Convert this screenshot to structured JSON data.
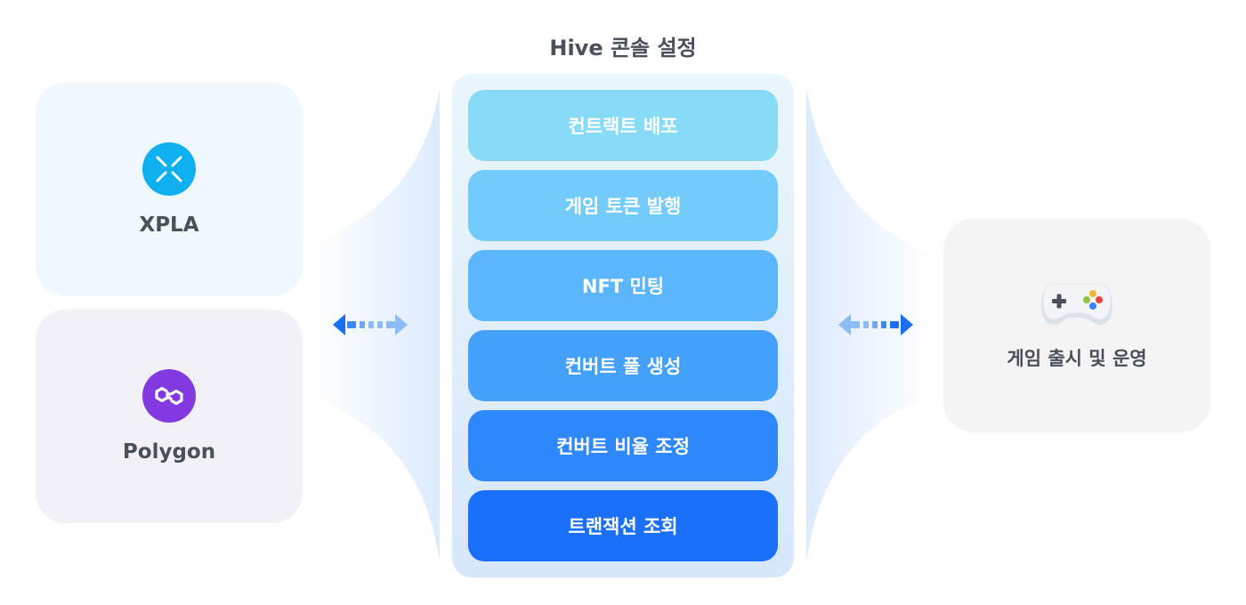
{
  "chains": [
    {
      "label": "XPLA",
      "icon": "xpla-logo-icon"
    },
    {
      "label": "Polygon",
      "icon": "polygon-logo-icon"
    }
  ],
  "console": {
    "title": "Hive 콘솔 설정",
    "steps": [
      {
        "label": "컨트랙트 배포",
        "color": "#88dbf7"
      },
      {
        "label": "게임 토큰 발행",
        "color": "#72cbfb"
      },
      {
        "label": "NFT 민팅",
        "color": "#5bb6fd"
      },
      {
        "label": "컨버트 풀 생성",
        "color": "#45a0fb"
      },
      {
        "label": "컨버트 비율 조정",
        "color": "#2f88fb"
      },
      {
        "label": "트랜잭션 조회",
        "color": "#1b70fb"
      }
    ]
  },
  "release": {
    "label": "게임 출시 및 운영",
    "icon": "gamepad-icon"
  },
  "colors": {
    "arrow_strong": "#1b6ff5",
    "arrow_soft": "#8cbcf7",
    "xpla": "#0fb0ef",
    "polygon": "#8239e0"
  }
}
